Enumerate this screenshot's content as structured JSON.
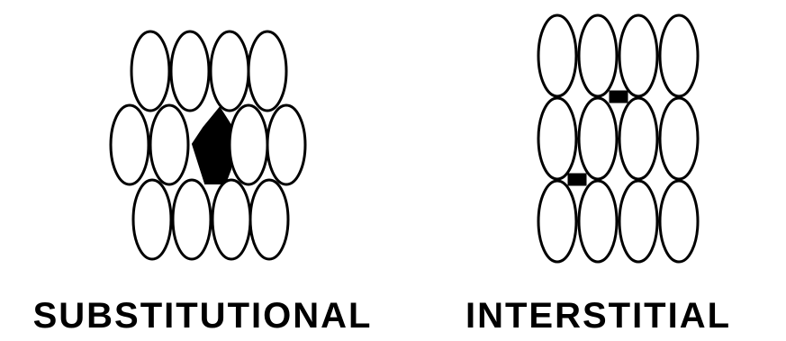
{
  "captions": {
    "substitutional": "SUBSTITUTIONAL",
    "interstitial": "INTERSTITIAL"
  },
  "colors": {
    "background": "#ffffff",
    "atom_outline": "#000000",
    "solute_fill": "#000000"
  },
  "lattices": {
    "substitutional": {
      "rows": [
        4,
        5,
        4
      ],
      "solute": "substitutional-atom"
    },
    "interstitial": {
      "rows": [
        4,
        4,
        4
      ],
      "solute": "interstitial-atoms",
      "solute_count": 2
    }
  }
}
